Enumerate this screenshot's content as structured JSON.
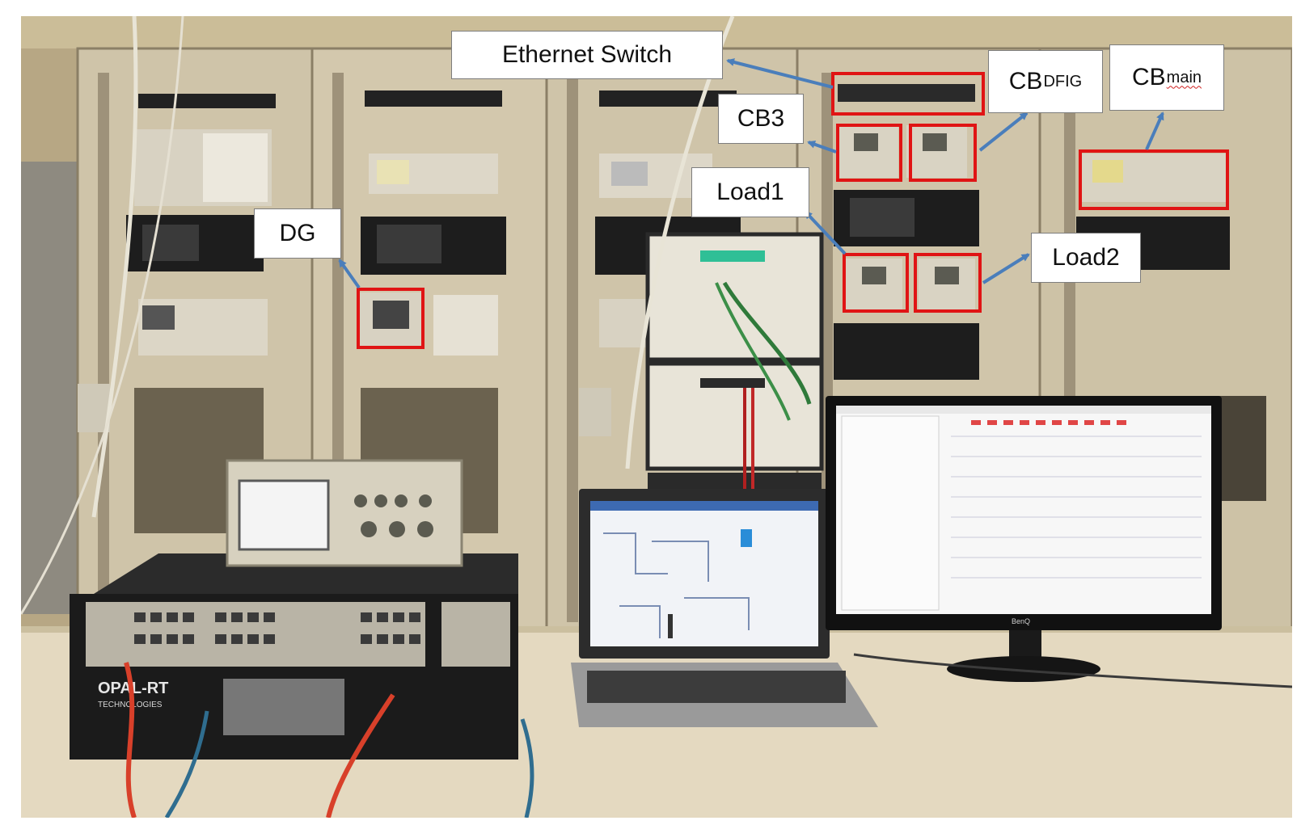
{
  "labels": {
    "ethernet_switch": "Ethernet Switch",
    "cb_dfig_main": "CB",
    "cb_dfig_sub": "DFIG",
    "cb_main_main": "CB",
    "cb_main_sub": "main",
    "cb3": "CB3",
    "load1": "Load1",
    "dg": "DG",
    "load2": "Load2"
  },
  "equipment_text": {
    "opal_rt": "OPAL-RT",
    "opal_rt_sub": "TECHNOLOGIES",
    "monitor_brand": "BenQ"
  },
  "colors": {
    "highlight_box": "#e01414",
    "arrow": "#4a7ebb",
    "label_border": "#7d7d7d"
  }
}
